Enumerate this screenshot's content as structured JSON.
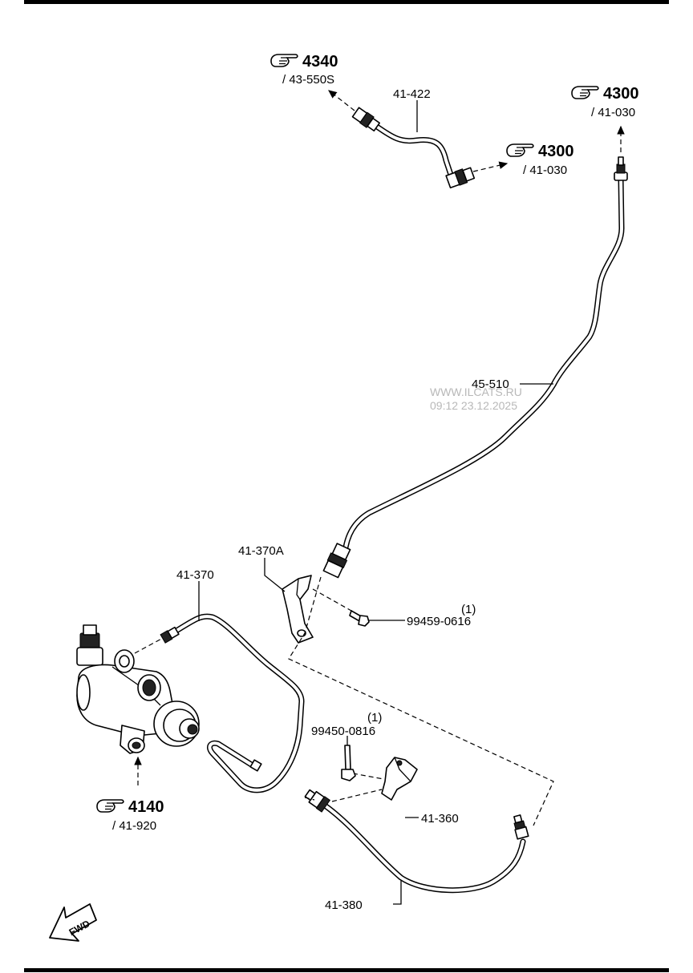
{
  "refs": [
    {
      "id": "ref-4340",
      "number": "4340",
      "sub": "/ 43-550S"
    },
    {
      "id": "ref-4300-top",
      "number": "4300",
      "sub": "/ 41-030"
    },
    {
      "id": "ref-4300-mid",
      "number": "4300",
      "sub": "/ 41-030"
    },
    {
      "id": "ref-4140",
      "number": "4140",
      "sub": "/ 41-920"
    }
  ],
  "parts": {
    "p41_422": "41-422",
    "p45_510": "45-510",
    "p41_370a": "41-370A",
    "p41_370": "41-370",
    "p99459": "99459-0616",
    "p99459_qty": "(1)",
    "p99450": "99450-0816",
    "p99450_qty": "(1)",
    "p41_360": "41-360",
    "p41_380": "41-380"
  },
  "watermark": {
    "site": "WWW.ILCATS.RU",
    "stamp": "09:12 23.12.2025"
  },
  "fwd_label": "FWD",
  "icons": {
    "reference": "pointing-hand-icon",
    "direction": "fwd-arrow-icon"
  }
}
